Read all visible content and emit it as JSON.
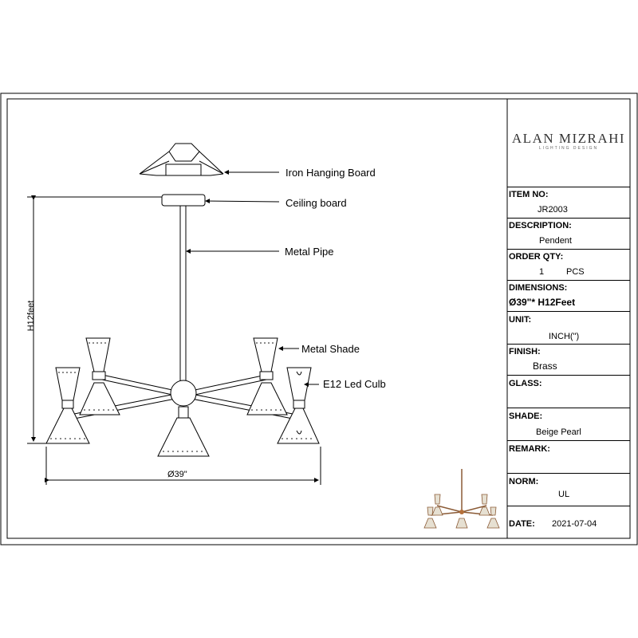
{
  "brand": {
    "name": "ALAN MIZRAHI",
    "tagline": "LIGHTING DESIGN"
  },
  "callouts": {
    "iron_hanging_board": "Iron Hanging Board",
    "ceiling_board": "Ceiling board",
    "metal_pipe": "Metal Pipe",
    "metal_shade": "Metal Shade",
    "e12_led": "E12 Led Culb"
  },
  "dimensions_drawing": {
    "height": "H12feet",
    "width": "Ø39\""
  },
  "spec": {
    "item_no": {
      "label": "ITEM NO:",
      "value": "JR2003"
    },
    "description": {
      "label": "DESCRIPTION:",
      "value": "Pendent"
    },
    "order_qty": {
      "label": "ORDER QTY:",
      "qty": "1",
      "unit": "PCS"
    },
    "dimensions": {
      "label": "DIMENSIONS:",
      "value": "Ø39\"* H12Feet"
    },
    "unit": {
      "label": "UNIT:",
      "value": "INCH(\")"
    },
    "finish": {
      "label": "FINISH:",
      "value": "Brass"
    },
    "glass": {
      "label": "GLASS:",
      "value": ""
    },
    "shade": {
      "label": "SHADE:",
      "value": "Beige Pearl"
    },
    "remark": {
      "label": "REMARK:",
      "value": ""
    },
    "norm": {
      "label": "NORM:",
      "value": "UL"
    },
    "date": {
      "label": "DATE:",
      "value": "2021-07-04"
    }
  },
  "colors": {
    "line": "#000000",
    "brass": "#b5703a",
    "shade": "#e6e0d2"
  }
}
